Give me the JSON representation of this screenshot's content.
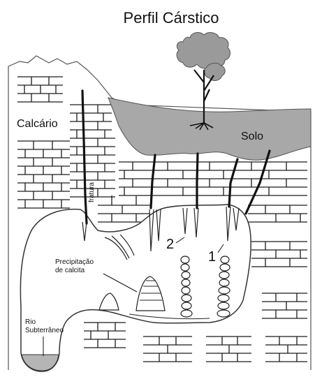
{
  "title": "Perfil Cárstico",
  "labels": {
    "limestone": "Calcário",
    "soil": "Solo",
    "fracture": "fratura",
    "precipitation_line1": "Precipitação",
    "precipitation_line2": "de calcita",
    "river_line1": "Rio",
    "river_line2": "Subterrâneo",
    "marker_1": "1",
    "marker_2": "2"
  },
  "colors": {
    "soil": "#a8a8a8",
    "tree_canopy": "#9a9a9a",
    "water": "#b5b5b5",
    "line": "#1a1a1a"
  }
}
